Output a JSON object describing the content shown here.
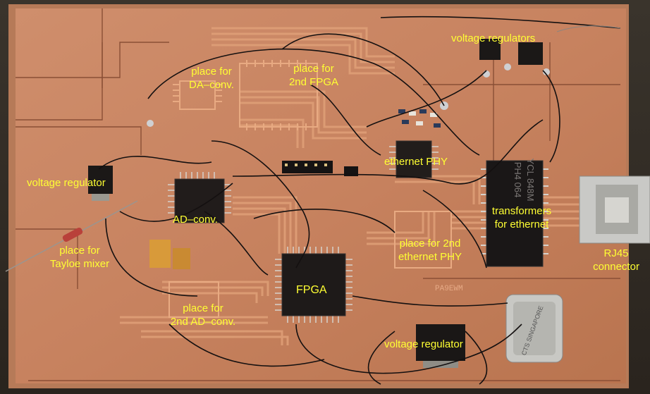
{
  "annotations": {
    "voltage_regulators_top": "voltage regulators",
    "place_for_da_conv": "place for\nDA–conv.",
    "place_for_2nd_fpga": "place for\n2nd FPGA",
    "ethernet_phy": "ethernet PHY",
    "voltage_regulator_left": "voltage regulator",
    "ad_conv": "AD–conv.",
    "transformers_for_ethernet": "transformers\nfor ethernet",
    "place_for_tayloe_mixer": "place for\nTayloe mixer",
    "place_for_2nd_ethernet_phy": "place for 2nd\nethernet PHY",
    "rj45_connector": "RJ45\nconnector",
    "fpga": "FPGA",
    "place_for_2nd_ad_conv": "place for\n2nd AD–conv.",
    "voltage_regulator_bottom": "voltage regulator"
  },
  "component_markings": {
    "transformer_line1": "PH4 064",
    "transformer_line2": "YCL 848M",
    "oscillator": "CTS SINGAPORE",
    "pcb_code": "PA9EWM"
  },
  "colors": {
    "copper": "#c98764",
    "copper_dark": "#a86a4c",
    "trace": "#d99a74",
    "label": "#ffff33",
    "wire": "#151010"
  }
}
